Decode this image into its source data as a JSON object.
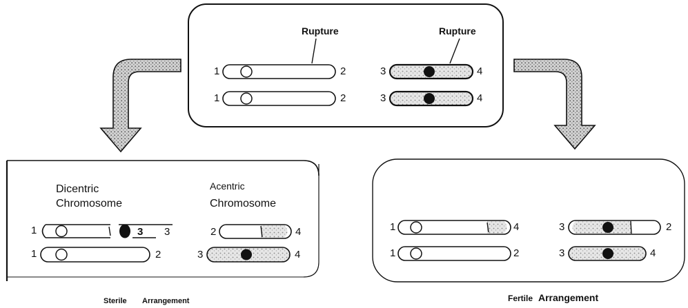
{
  "top": {
    "rupture_left": "Rupture",
    "rupture_right": "Rupture",
    "row1": {
      "n1": "1",
      "n2": "2",
      "n3": "3",
      "n4": "4"
    },
    "row2": {
      "n1": "1",
      "n2": "2",
      "n3": "3",
      "n4": "4"
    }
  },
  "sterile": {
    "dicentric_label_1": "Dicentric",
    "dicentric_label_2": "Chromosome",
    "acentric_label_1": "Acentric",
    "acentric_label_2": "Chromosome",
    "dicentric_row1": {
      "left": "1",
      "inner": "3",
      "right": "3"
    },
    "dicentric_row2": {
      "left": "1",
      "right": "2"
    },
    "acentric_row1": {
      "left": "2",
      "right": "4"
    },
    "acentric_row2": {
      "left": "3",
      "right": "4"
    },
    "caption_word1": "Sterile",
    "caption_word2": "Arrangement"
  },
  "fertile": {
    "a_row1": {
      "left": "1",
      "right": "4"
    },
    "a_row2": {
      "left": "1",
      "right": "2"
    },
    "b_row1": {
      "left": "3",
      "right": "2"
    },
    "b_row2": {
      "left": "3",
      "right": "4"
    },
    "caption_word1": "Fertile",
    "caption_word2": "Arrangement"
  }
}
